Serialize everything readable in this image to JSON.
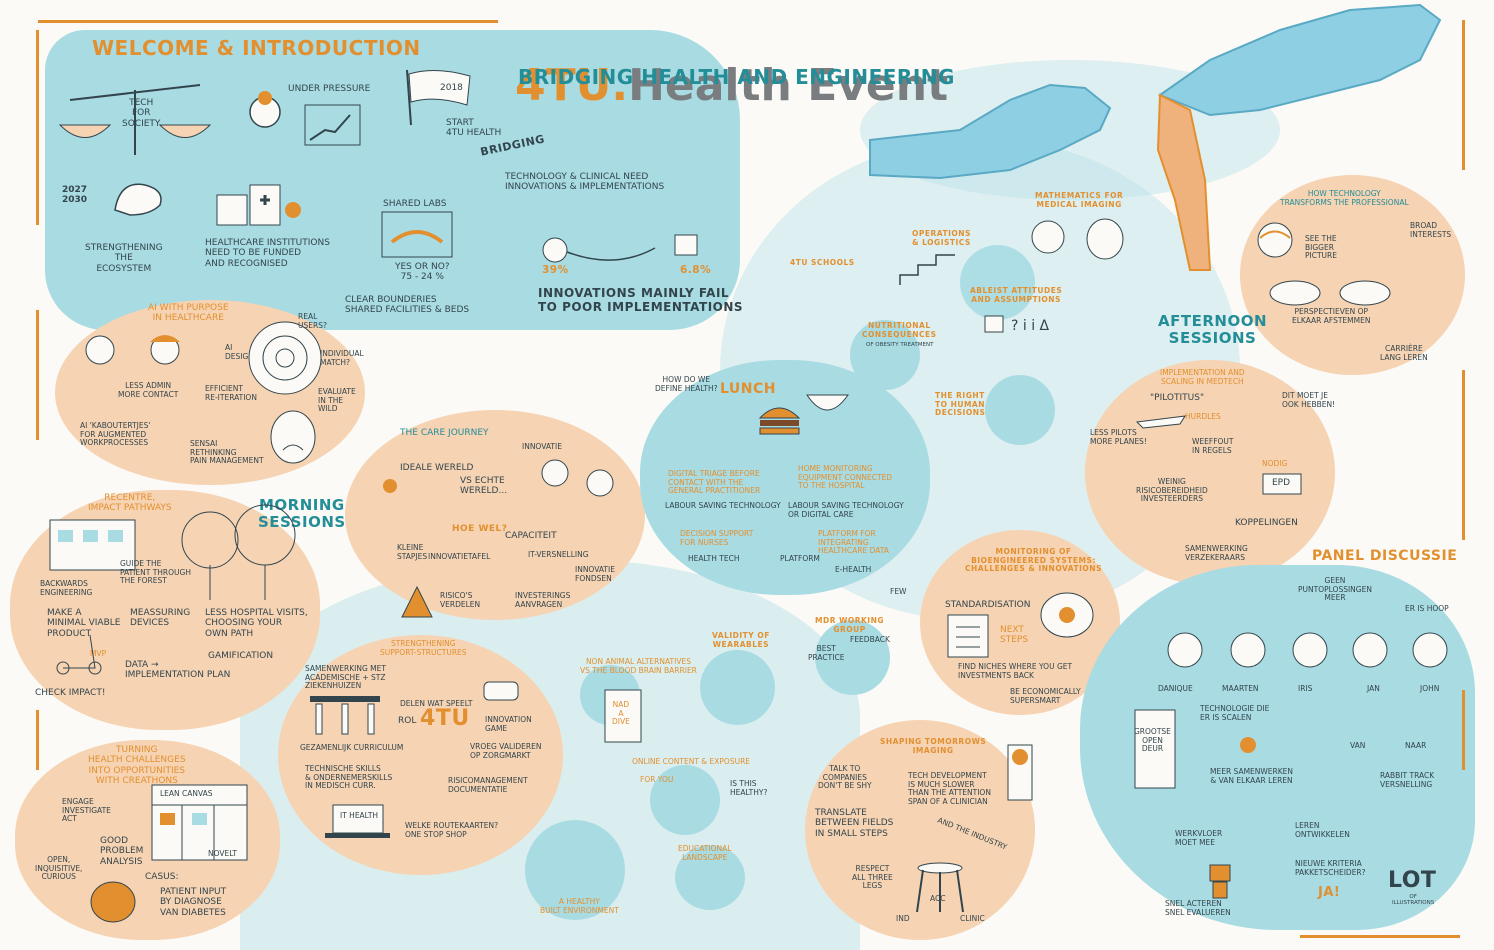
{
  "header": {
    "title_part1": "4TU.",
    "title_part2": "Health Event",
    "subtitle": "BRIDGING HEALTH AND ENGINEERING"
  },
  "welcome": {
    "title": "WELCOME & INTRODUCTION",
    "tech_for_society": "TECH\nFOR\nSOCIETY",
    "under_pressure": "UNDER PRESSURE",
    "flag_year": "2018",
    "start": "START\n4TU HEALTH",
    "bridging": "BRIDGING",
    "years": "2027\n2030",
    "strengthening": "STRENGTHENING\nTHE\nECOSYSTEM",
    "healthcare": "HEALTHCARE INSTITUTIONS\nNEED TO BE FUNDED\nAND RECOGNISED",
    "shared_labs": "SHARED LABS",
    "yes_or_no": "YES OR NO?\n75 - 24 %",
    "clear_boundaries": "CLEAR BOUNDERIES\nSHARED FACILITIES & BEDS",
    "tech_clinical": "TECHNOLOGY & CLINICAL NEED\nINNOVATIONS & IMPLEMENTATIONS",
    "pct_left": "39%",
    "pct_right": "6.8%",
    "innovations_fail": "INNOVATIONS MAINLY FAIL\nTO POOR IMPLEMENTATIONS"
  },
  "morning": {
    "label": "MORNING\nSESSIONS",
    "ai": {
      "title": "AI WITH PURPOSE\nIN HEALTHCARE",
      "less_admin": "LESS ADMIN\nMORE CONTACT",
      "ai_design": "AI\nDESIGN",
      "real_users": "REAL\nUSERS?",
      "individual": "INDIVIDUAL\nMATCH?",
      "efficient": "EFFICIENT\nRE-ITERATION",
      "evaluate": "EVALUATE\nIN THE\nWILD",
      "kaboutertjes": "AI 'KABOUTERTJES'\nFOR AUGMENTED\nWORKPROCESSES",
      "sensai": "SENSAI\nRETHINKING\nPAIN MANAGEMENT"
    },
    "impact": {
      "title": "RECENTRE,\nIMPACT PATHWAYS",
      "backwards": "BACKWARDS\nENGINEERING",
      "guide": "GUIDE THE\nPATIENT THROUGH\nTHE FOREST",
      "mvp": "MAKE A\nMINIMAL VIABLE\nPRODUCT",
      "mvp_tag": "MVP",
      "measuring": "MEASSURING\nDEVICES",
      "less_hospital": "LESS HOSPITAL VISITS,\nCHOOSING YOUR\nOWN PATH",
      "gamification": "GAMIFICATION",
      "data_plan": "DATA →\nIMPLEMENTATION PLAN",
      "check": "CHECK IMPACT!"
    },
    "creathons": {
      "title": "TURNING\nHEALTH CHALLENGES\nINTO OPPORTUNITIES\nWITH CREATHONS",
      "engage": "ENGAGE\nINVESTIGATE\nACT",
      "lean": "LEAN CANVAS",
      "good_problem": "GOOD\nPROBLEM\nANALYSIS",
      "novelt": "NOVELT",
      "open": "OPEN,\nINQUISITIVE,\nCURIOUS",
      "casus": "CASUS:",
      "patient": "PATIENT INPUT\nBY DIAGNOSE\nVAN DIABETES"
    },
    "care": {
      "title": "THE CARE JOURNEY",
      "innovatie": "INNOVATIE",
      "ideale": "IDEALE WERELD",
      "vs": "VS ECHTE\nWERELD...",
      "hoe_wel": "HOE WEL?",
      "capaciteit": "CAPACITEIT",
      "kleine": "KLEINE\nSTAPJES",
      "innovatietafel": "INNOVATIETAFEL",
      "it": "IT-VERSNELLING",
      "fondsen": "INNOVATIE\nFONDSEN",
      "risico": "RISICO'S\nVERDELEN",
      "investering": "INVESTERINGS\nAANVRAGEN"
    },
    "support": {
      "title": "STRENGTHENING\nSUPPORT-STRUCTURES",
      "samenwerking": "SAMENWERKING MET\nACADEMISCHE + STZ\nZIEKENHUIZEN",
      "delen": "DELEN WAT SPEELT",
      "rol": "ROL",
      "rol_4tu": "4TU",
      "curriculum": "GEZAMENLIJK CURRICULUM",
      "game": "INNOVATION\nGAME",
      "technische": "TECHNISCHE SKILLS\n& ONDERNEMERSKILLS\nIN MEDISCH CURR.",
      "vroeg": "VROEG VALIDEREN\nOP ZORGMARKT",
      "risicomanagement": "RISICOMANAGEMENT\nDOCUMENTATIE",
      "it_health": "IT HEALTH",
      "welke": "WELKE ROUTEKAARTEN?\nONE STOP SHOP"
    }
  },
  "lunch": {
    "title": "LUNCH",
    "q": "HOW DO WE\nDEFINE HEALTH?",
    "triage": "DIGITAL TRIAGE BEFORE\nCONTACT WITH THE\nGENERAL PRACTITIONER",
    "home": "HOME MONITORING\nEQUIPMENT CONNECTED\nTO THE HOSPITAL",
    "labour1": "LABOUR SAVING TECHNOLOGY",
    "labour2": "LABOUR SAVING TECHNOLOGY\nOR DIGITAL CARE",
    "decision": "DECISION SUPPORT\nFOR NURSES",
    "health_tech": "HEALTH TECH",
    "platform_q": "PLATFORM FOR\nINTEGRATING\nHEALTHCARE DATA",
    "platform": "PLATFORM",
    "ehealth": "E-HEALTH",
    "few": "FEW"
  },
  "middle": {
    "schools": "4TU SCHOOLS",
    "operations": "OPERATIONS\n& LOGISTICS",
    "mathematics": "MATHEMATICS FOR\nMEDICAL IMAGING",
    "nutritional": "NUTRITIONAL\nCONSEQUENCES",
    "nutritional_sub": "OF OBESITY TREATMENT",
    "ableist": "ABLEIST ATTITUDES\nAND ASSUMPTIONS",
    "right": "THE RIGHT\nTO HUMAN\nDECISIONS",
    "validity": "VALIDITY OF\nWEARABLES",
    "mdr": "MDR WORKING\nGROUP",
    "best": "BEST\nPRACTICE",
    "feedback": "FEEDBACK",
    "non_animal": "NON ANIMAL ALTERNATIVES\nVS THE BLOOD BRAIN BARRIER",
    "nad": "NAD\nA\nDIVE",
    "online": "ONLINE CONTENT & EXPOSURE",
    "for_you": "FOR YOU",
    "is_this": "IS THIS\nHEALTHY?",
    "educational": "EDUCATIONAL\nLANDSCAPE",
    "healthy_built": "A HEALTHY\nBUILT ENVIRONMENT"
  },
  "monitoring": {
    "title": "MONITORING OF\nBIOENGINEERED SYSTEMS:\nCHALLENGES & INNOVATIONS",
    "standardisation": "STANDARDISATION",
    "next": "NEXT\nSTEPS",
    "find": "FIND NICHES WHERE YOU GET\nINVESTMENTS BACK",
    "be": "BE ECONOMICALLY\nSUPERSMART"
  },
  "shaping": {
    "title": "SHAPING TOMORROWS\nIMAGING",
    "talk": "TALK TO\nCOMPANIES\nDON'T BE SHY",
    "tech_dev": "TECH DEVELOPMENT\nIS MUCH SLOWER\nTHAN THE ATTENTION\nSPAN OF A CLINICIAN",
    "translate": "TRANSLATE\nBETWEEN FIELDS\nIN SMALL STEPS",
    "industry": "AND THE INDUSTRY",
    "respect": "RESPECT\nALL THREE\nLEGS",
    "ind": "IND",
    "acc": "ACC",
    "clinic": "CLINIC"
  },
  "afternoon": {
    "label": "AFTERNOON\nSESSIONS",
    "transforms": {
      "title": "HOW TECHNOLOGY\nTRANSFORMS THE PROFESSIONAL",
      "broad": "BROAD\nINTERESTS",
      "bigger": "SEE THE\nBIGGER\nPICTURE",
      "perspectieven": "PERSPECTIEVEN OP\nELKAAR AFSTEMMEN",
      "carriere": "CARRIÈRE\nLANG LEREN"
    },
    "medtech": {
      "title": "IMPLEMENTATION AND\nSCALING IN MEDTECH",
      "pilotitus": "\"PILOTITUS\"",
      "dit_moet": "DIT MOET JE\nOOK HEBBEN!",
      "hurdles": "HURDLES",
      "less_pilots": "LESS PILOTS\nMORE PLANES!",
      "weeffout": "WEEFFOUT\nIN REGELS",
      "nodig": "NODIG",
      "weinig": "WEINIG\nRISICOBEREIDHEID\nINVESTEERDERS",
      "epd": "EPD",
      "koppelingen": "KOPPELINGEN",
      "samenwerking": "SAMENWERKING\nVERZEKERAARS"
    }
  },
  "panel": {
    "title": "PANEL DISCUSSIE",
    "geen": "GEEN\nPUNTOPLOSSINGEN\nMEER",
    "hoop": "ER IS HOOP",
    "names": [
      "DANIQUE",
      "MAARTEN",
      "IRIS",
      "JAN",
      "JOHN"
    ],
    "grootse": "GROOTSE\nOPEN\nDEUR",
    "technologie": "TECHNOLOGIE DIE\nER IS SCALEN",
    "van": "VAN",
    "naar": "NAAR",
    "meer": "MEER SAMENWERKEN\n& VAN ELKAAR LEREN",
    "rabbit": "RABBIT TRACK\nVERSNELLING",
    "werkvloer": "WERKVLOER\nMOET MEE",
    "leren": "LEREN\nONTWIKKELEN",
    "nieuwe": "NIEUWE KRITERIA\nPAKKETSCHEIDER?",
    "ja": "JA!",
    "snel": "SNEL ACTEREN\nSNEL EVALUEREN"
  },
  "branding": {
    "logo": "LOT",
    "logo_sub": "OF\nILLUSTRATIONS"
  }
}
